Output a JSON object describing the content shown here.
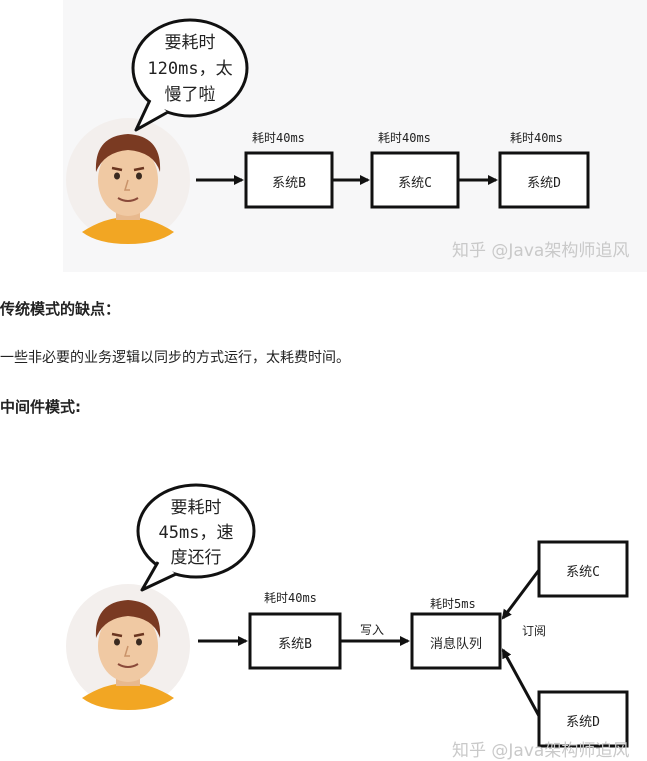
{
  "diagram1": {
    "speech": [
      "要耗时",
      "120ms，太",
      "慢了啦"
    ],
    "nodes": [
      {
        "id": "b",
        "label": "系统B",
        "time": "耗时40ms"
      },
      {
        "id": "c",
        "label": "系统C",
        "time": "耗时40ms"
      },
      {
        "id": "d",
        "label": "系统D",
        "time": "耗时40ms"
      }
    ],
    "watermark": "知乎 @Java架构师追风"
  },
  "text": {
    "heading1": "传统模式的缺点：",
    "paragraph1": "一些非必要的业务逻辑以同步的方式运行，太耗费时间。",
    "heading2": "中间件模式:"
  },
  "diagram2": {
    "speech": [
      "要耗时",
      "45ms，速",
      "度还行"
    ],
    "nodes": [
      {
        "id": "b",
        "label": "系统B",
        "time": "耗时40ms"
      },
      {
        "id": "mq",
        "label": "消息队列",
        "time": "耗时5ms"
      },
      {
        "id": "c",
        "label": "系统C"
      },
      {
        "id": "d",
        "label": "系统D"
      }
    ],
    "edge_labels": {
      "write": "写入",
      "subscribe": "订阅"
    },
    "watermark": "知乎 @Java架构师追风"
  },
  "colors": {
    "panel": "#f7f7f8",
    "skin": "#f0c9a3",
    "hair": "#7a3a22",
    "shirt": "#f2a623",
    "avatar_bg": "#f3efed",
    "watermark": "#c9c9c9"
  }
}
